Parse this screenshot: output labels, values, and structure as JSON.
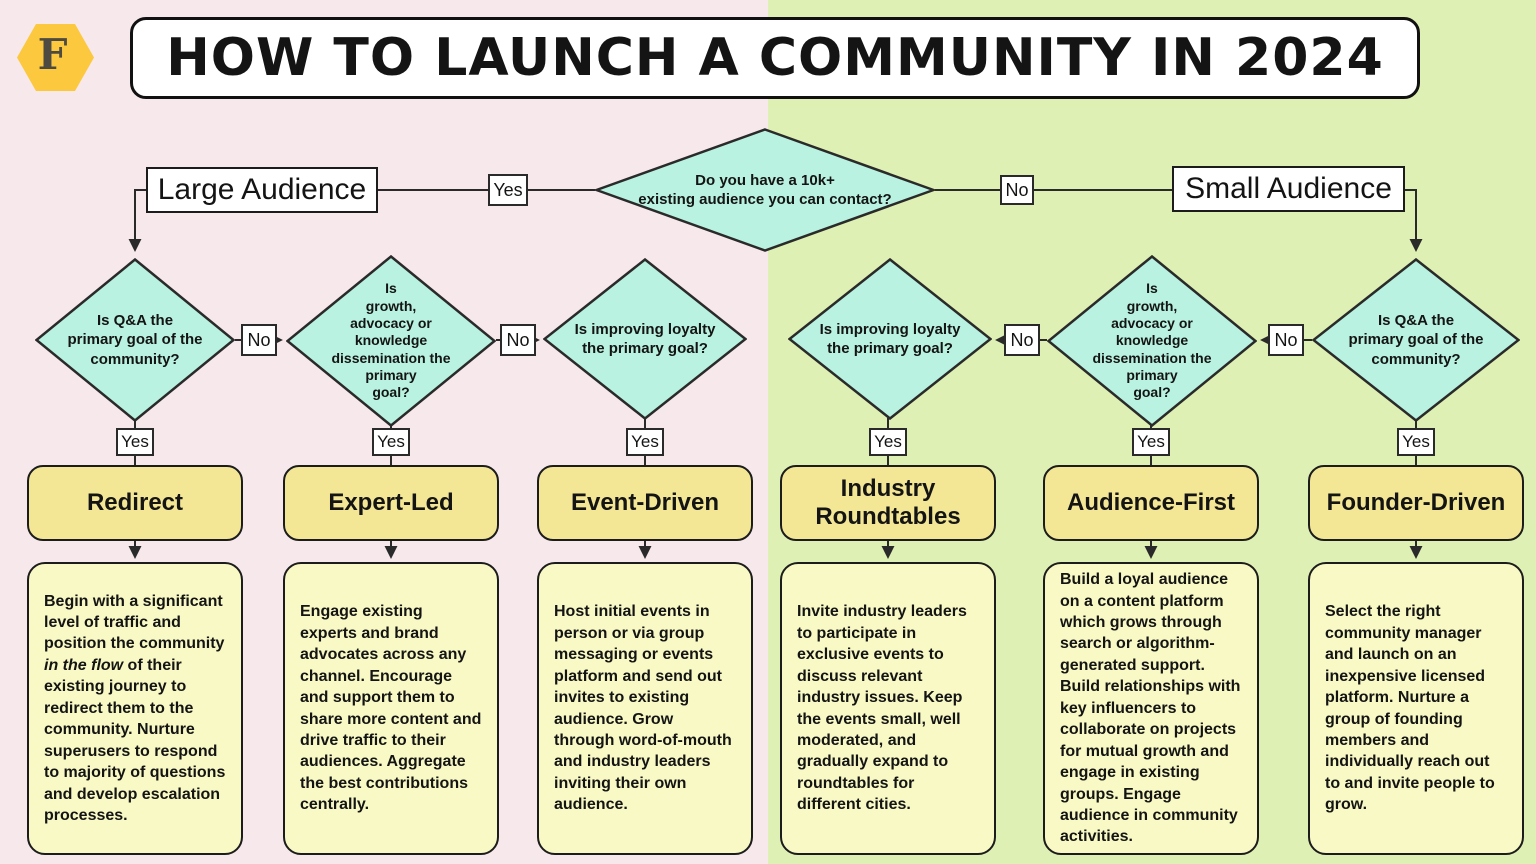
{
  "title": "HOW TO LAUNCH A COMMUNITY IN 2024",
  "logo": {
    "letter": "F"
  },
  "colors": {
    "bg_left": "#f7e8ec",
    "bg_right": "#def0b3",
    "diamond_fill": "#b9f2e0",
    "outcome_fill": "#f3e795",
    "description_fill": "#f8f9c5",
    "logo_hex": "#fcc83d",
    "line": "#2a2a2a"
  },
  "labels": {
    "yes": "Yes",
    "no": "No"
  },
  "root": {
    "question": "Do you have a 10k+\nexisting audience you can contact?"
  },
  "audiences": {
    "left": "Large Audience",
    "right": "Small Audience"
  },
  "questions": {
    "qa": "Is Q&A the\nprimary goal of the\ncommunity?",
    "growth": "Is\ngrowth,\nadvocacy or\nknowledge\ndissemination the\nprimary\ngoal?",
    "loyalty": "Is improving loyalty\nthe primary goal?"
  },
  "outcomes": [
    {
      "label": "Redirect",
      "description_parts": [
        "Begin with a significant level of traffic and position the community ",
        "in the flow",
        " of their existing journey to redirect them to the community. Nurture superusers to respond to majority of questions and develop escalation processes."
      ]
    },
    {
      "label": "Expert-Led",
      "description": "Engage existing experts and brand advocates across any channel. Encourage and support them to share more content and drive traffic to their audiences. Aggregate the best contributions centrally."
    },
    {
      "label": "Event-Driven",
      "description": "Host initial events in person or via group messaging or events platform and send out invites to existing audience. Grow through word-of-mouth and industry leaders inviting their own audience."
    },
    {
      "label": "Industry\nRoundtables",
      "description": "Invite industry leaders to participate in exclusive events to discuss relevant industry issues. Keep the events small, well moderated, and gradually expand to roundtables for different cities."
    },
    {
      "label": "Audience-First",
      "description": "Build a loyal audience on a content platform which grows through search or algorithm-generated support. Build relationships with key influencers to collaborate on projects for mutual growth and engage in existing groups. Engage audience in community activities."
    },
    {
      "label": "Founder-Driven",
      "description": "Select the right community manager and launch on an inexpensive licensed platform. Nurture a group of founding members and individually reach out to and invite people to grow."
    }
  ]
}
